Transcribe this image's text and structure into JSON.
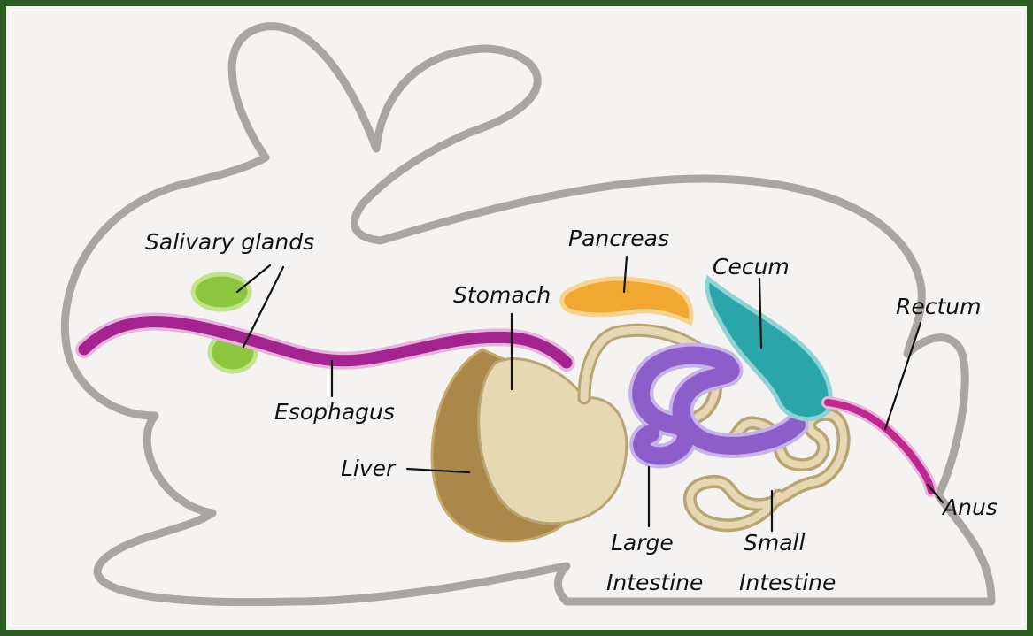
{
  "diagram": {
    "labels": {
      "salivary_glands": "Salivary glands",
      "pancreas": "Pancreas",
      "cecum": "Cecum",
      "stomach": "Stomach",
      "rectum": "Rectum",
      "esophagus": "Esophagus",
      "liver": "Liver",
      "anus": "Anus",
      "large_intestine_1": "Large",
      "large_intestine_2": "Intestine",
      "small_intestine_1": "Small",
      "small_intestine_2": "Intestine"
    },
    "colors": {
      "frame": "#2c5a22",
      "background": "#f4f3f1",
      "outline": "#a9a6a2",
      "esophagus": "#a3238f",
      "salivary": "#8cc63f",
      "pancreas": "#f0a830",
      "cecum": "#2aa6a8",
      "large_intestine": "#8b5ec9",
      "small_intestine": "#d9c9a0",
      "stomach": "#e7d8b4",
      "liver": "#a9884a"
    }
  }
}
